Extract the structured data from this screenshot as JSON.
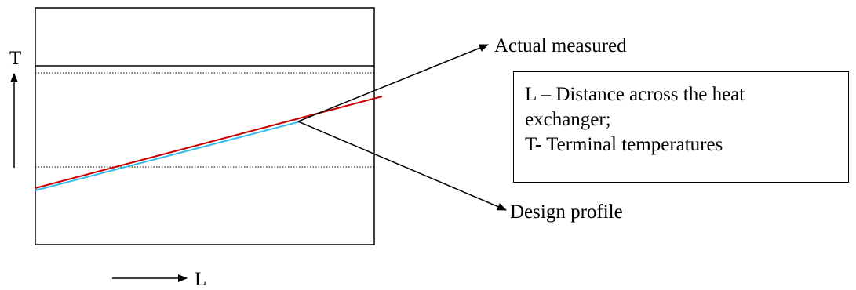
{
  "labels": {
    "t_axis": "T",
    "l_axis": "L",
    "actual": "Actual measured",
    "design": "Design profile"
  },
  "legend": {
    "line1": "L – Distance across the heat",
    "line2": "exchanger;",
    "line3": "T- Terminal temperatures"
  },
  "colors": {
    "actual_line": "#cc0000",
    "design_line": "#33bbee",
    "frame": "#000000"
  }
}
